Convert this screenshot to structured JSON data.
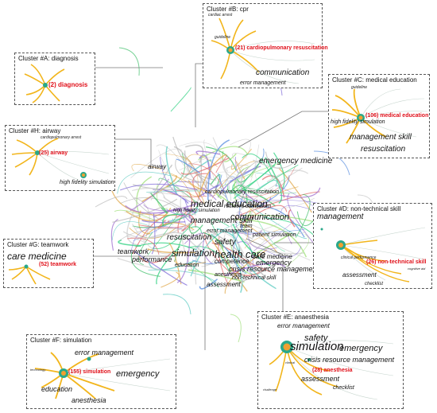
{
  "colors": {
    "accent_red": "#e0101a",
    "trunk_yellow": "#f2b51b",
    "node_teal": "#2aa88a",
    "node_orange": "#f0a030",
    "box_border": "#555555"
  },
  "center": {
    "keywords": [
      "airway",
      "emergency medicine",
      "cardiopulmonary resuscitation",
      "medical education",
      "high fidelity simulation",
      "resident curriculum",
      "communication",
      "management skill",
      "error management",
      "resuscitation",
      "patient simulation",
      "team",
      "safety",
      "care medicine",
      "teamwork",
      "performance",
      "simulation",
      "health care",
      "emergency",
      "competence",
      "education",
      "crisis resource management",
      "anesthesia",
      "non-technical skill",
      "assessment"
    ]
  },
  "clusters": {
    "A": {
      "title": "Cluster #A: diagnosis",
      "highlight": "(2) diagnosis",
      "labels": []
    },
    "B": {
      "title": "Cluster #B: cpr",
      "highlight": "(21) cardiopulmonary resuscitation",
      "labels": [
        "cardiac arrest",
        "guideline",
        "communication",
        "error management",
        "cardiopulmonary resuscitation"
      ]
    },
    "C": {
      "title": "Cluster #C: medical education",
      "highlight": "(106) medical education",
      "labels": [
        "guideline",
        "high fidelity simulation",
        "management skill",
        "resuscitation"
      ]
    },
    "H": {
      "title": "Cluster #H: airway",
      "highlight": "(25) airway",
      "labels": [
        "cardiopulmonary arrest",
        "high fidelity simulation"
      ]
    },
    "D": {
      "title": "Cluster #D: non-technical skill",
      "highlight": "(26) non-technical skill",
      "labels": [
        "management",
        "clinical performance",
        "assessment",
        "checklist",
        "cognitive aid"
      ]
    },
    "G": {
      "title": "Cluster #G: teamwork",
      "highlight": "(52) teamwork",
      "labels": [
        "care medicine"
      ]
    },
    "F": {
      "title": "Cluster #F: simulation",
      "highlight": "(155) simulation",
      "labels": [
        "error management",
        "emergency",
        "education",
        "anesthesia",
        "technology"
      ]
    },
    "E": {
      "title": "Cluster #E: anaesthesia",
      "highlight": "(28) anesthesia",
      "labels": [
        "error management",
        "safety",
        "simulation",
        "emergency",
        "crisis resource management",
        "assessment",
        "checklist",
        "clinical",
        "challenge"
      ]
    }
  }
}
